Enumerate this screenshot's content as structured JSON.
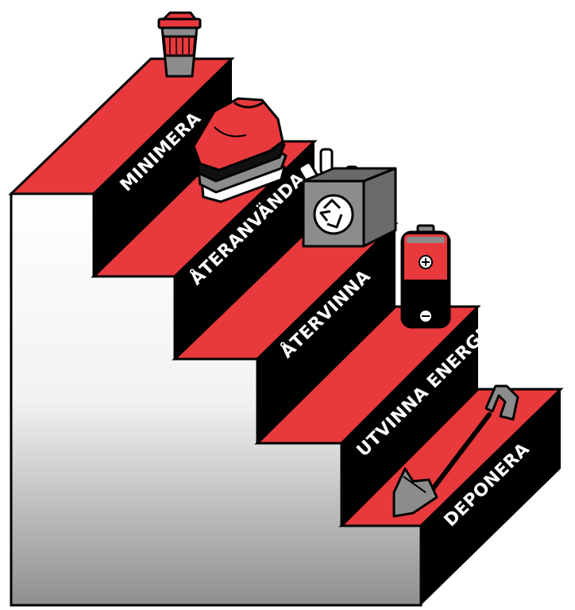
{
  "steps": [
    {
      "label": "MINIMERA",
      "icon": "coffee-cup-icon"
    },
    {
      "label": "ÅTERANVÄNDA",
      "icon": "folded-clothes-icon"
    },
    {
      "label": "ÅTERVINNA",
      "icon": "recycling-bin-icon"
    },
    {
      "label": "UTVINNA ENERGI",
      "icon": "battery-icon"
    },
    {
      "label": "DEPONERA",
      "icon": "shovel-icon"
    }
  ],
  "colors": {
    "tread": "#e8393c",
    "riser": "#000000",
    "side_top": "#ffffff",
    "side_bottom": "#8f8f8f",
    "box": "#8c8c8c",
    "accent": "#e8393c"
  }
}
